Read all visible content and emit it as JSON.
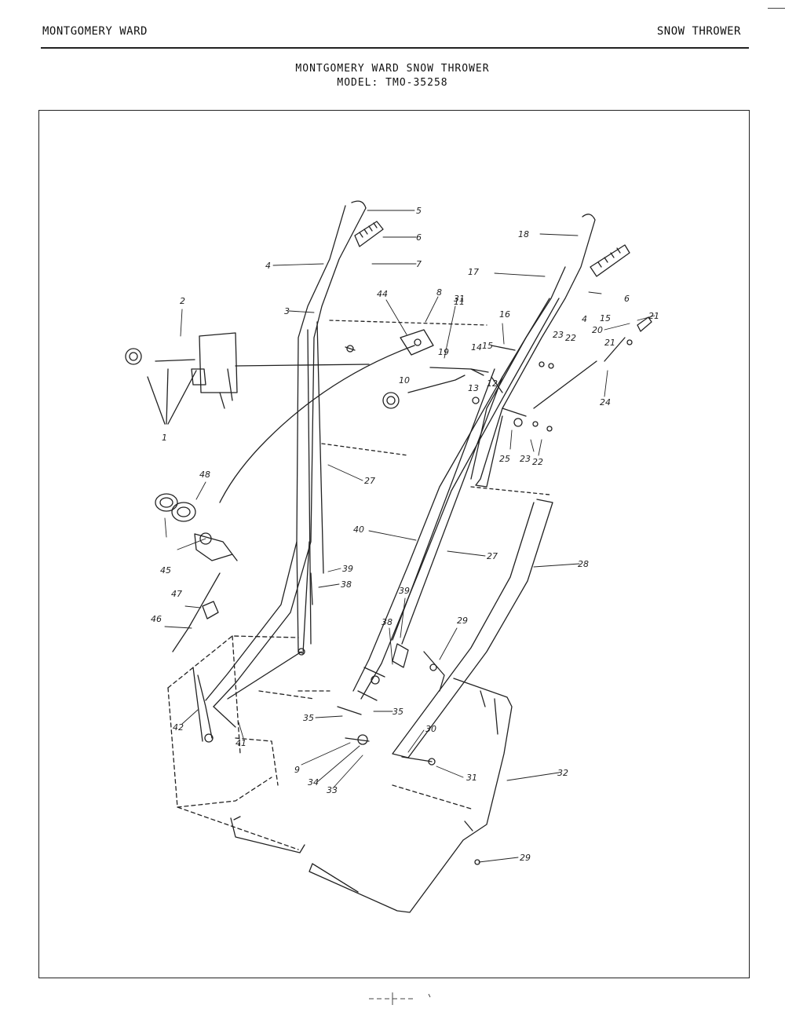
{
  "header": {
    "left": "MONTGOMERY WARD",
    "right": "SNOW THROWER"
  },
  "title": {
    "line1": "MONTGOMERY WARD SNOW THROWER",
    "line2": "MODEL: TMO-35258"
  },
  "part_labels": [
    {
      "id": "l1",
      "text": "1"
    },
    {
      "id": "l2",
      "text": "2"
    },
    {
      "id": "l3",
      "text": "3"
    },
    {
      "id": "l4a",
      "text": "4"
    },
    {
      "id": "l4b",
      "text": "4"
    },
    {
      "id": "l5",
      "text": "5"
    },
    {
      "id": "l6a",
      "text": "6"
    },
    {
      "id": "l6b",
      "text": "6"
    },
    {
      "id": "l7",
      "text": "7"
    },
    {
      "id": "l8",
      "text": "8"
    },
    {
      "id": "l9",
      "text": "9"
    },
    {
      "id": "l10",
      "text": "10"
    },
    {
      "id": "l11",
      "text": "11"
    },
    {
      "id": "l12",
      "text": "12"
    },
    {
      "id": "l13",
      "text": "13"
    },
    {
      "id": "l14",
      "text": "14"
    },
    {
      "id": "l15a",
      "text": "15"
    },
    {
      "id": "l15b",
      "text": "15"
    },
    {
      "id": "l16",
      "text": "16"
    },
    {
      "id": "l17",
      "text": "17"
    },
    {
      "id": "l18",
      "text": "18"
    },
    {
      "id": "l19",
      "text": "19"
    },
    {
      "id": "l20",
      "text": "20"
    },
    {
      "id": "l21a",
      "text": "21"
    },
    {
      "id": "l21b",
      "text": "21"
    },
    {
      "id": "l22a",
      "text": "22"
    },
    {
      "id": "l22b",
      "text": "22"
    },
    {
      "id": "l23a",
      "text": "23"
    },
    {
      "id": "l23b",
      "text": "23"
    },
    {
      "id": "l24",
      "text": "24"
    },
    {
      "id": "l25",
      "text": "25"
    },
    {
      "id": "l27a",
      "text": "27"
    },
    {
      "id": "l27b",
      "text": "27"
    },
    {
      "id": "l28",
      "text": "28"
    },
    {
      "id": "l29a",
      "text": "29"
    },
    {
      "id": "l29b",
      "text": "29"
    },
    {
      "id": "l30",
      "text": "30"
    },
    {
      "id": "l31a",
      "text": "31"
    },
    {
      "id": "l31b",
      "text": "31"
    },
    {
      "id": "l32",
      "text": "32"
    },
    {
      "id": "l33",
      "text": "33"
    },
    {
      "id": "l34",
      "text": "34"
    },
    {
      "id": "l35a",
      "text": "35"
    },
    {
      "id": "l35b",
      "text": "35"
    },
    {
      "id": "l38a",
      "text": "38"
    },
    {
      "id": "l38b",
      "text": "38"
    },
    {
      "id": "l39a",
      "text": "39"
    },
    {
      "id": "l39b",
      "text": "39"
    },
    {
      "id": "l40",
      "text": "40"
    },
    {
      "id": "l41",
      "text": "41"
    },
    {
      "id": "l42",
      "text": "42"
    },
    {
      "id": "l44",
      "text": "44"
    },
    {
      "id": "l45",
      "text": "45"
    },
    {
      "id": "l46",
      "text": "46"
    },
    {
      "id": "l47",
      "text": "47"
    },
    {
      "id": "l48",
      "text": "48"
    }
  ]
}
